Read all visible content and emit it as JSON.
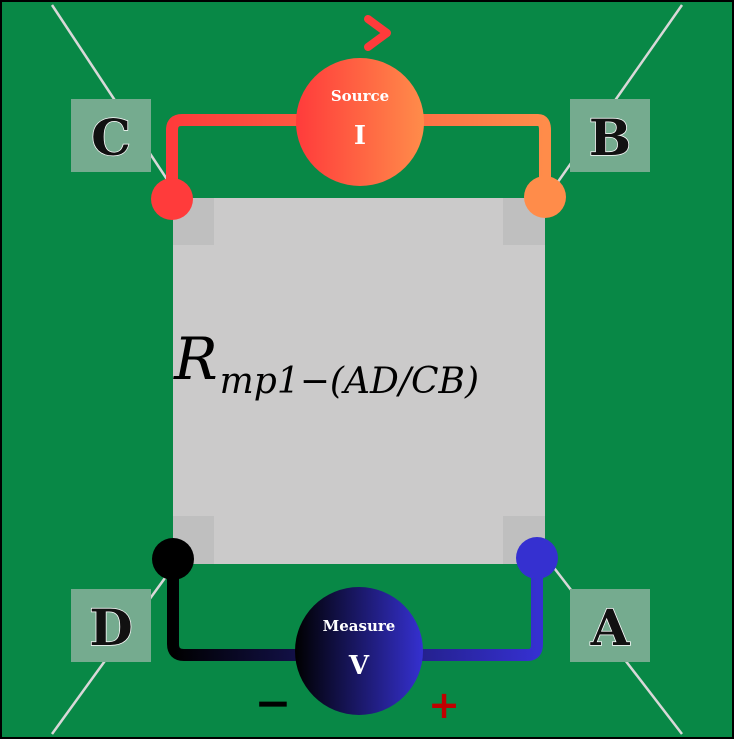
{
  "colors": {
    "board": "#088846",
    "sample": "#cbcaca",
    "source_start": "#ff3b3b",
    "source_end": "#ff8c4a",
    "measure_start": "#000000",
    "measure_end": "#3530d0",
    "minus": "#000000",
    "plus": "#c00000"
  },
  "corners": {
    "a": "A",
    "b": "B",
    "c": "C",
    "d": "D"
  },
  "source": {
    "title": "Source",
    "symbol": "I"
  },
  "measure": {
    "title": "Measure",
    "symbol": "V",
    "minus": "−",
    "plus": "+"
  },
  "resistance": {
    "main": "R",
    "subscript": "mp1−(AD/CB)"
  }
}
